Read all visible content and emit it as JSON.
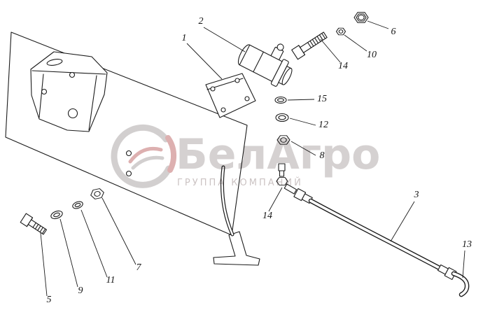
{
  "diagram": {
    "type": "technical-parts-diagram",
    "callouts": [
      {
        "id": "callout-1",
        "label": "1"
      },
      {
        "id": "callout-2",
        "label": "2"
      },
      {
        "id": "callout-3",
        "label": "3"
      },
      {
        "id": "callout-5",
        "label": "5"
      },
      {
        "id": "callout-6",
        "label": "6"
      },
      {
        "id": "callout-7",
        "label": "7"
      },
      {
        "id": "callout-8",
        "label": "8"
      },
      {
        "id": "callout-9",
        "label": "9"
      },
      {
        "id": "callout-10",
        "label": "10"
      },
      {
        "id": "callout-11",
        "label": "11"
      },
      {
        "id": "callout-12",
        "label": "12"
      },
      {
        "id": "callout-13",
        "label": "13"
      },
      {
        "id": "callout-14-bolt",
        "label": "14"
      },
      {
        "id": "callout-14-fitting",
        "label": "14"
      },
      {
        "id": "callout-15",
        "label": "15"
      }
    ],
    "colors": {
      "line": "#1b1b1b",
      "background": "#ffffff",
      "watermark_gray": "#c6c2c2",
      "watermark_red": "#d49a9a"
    }
  },
  "watermark": {
    "brand": "БелАгро",
    "subtitle": "ГРУППА КОМПАНИЙ"
  }
}
